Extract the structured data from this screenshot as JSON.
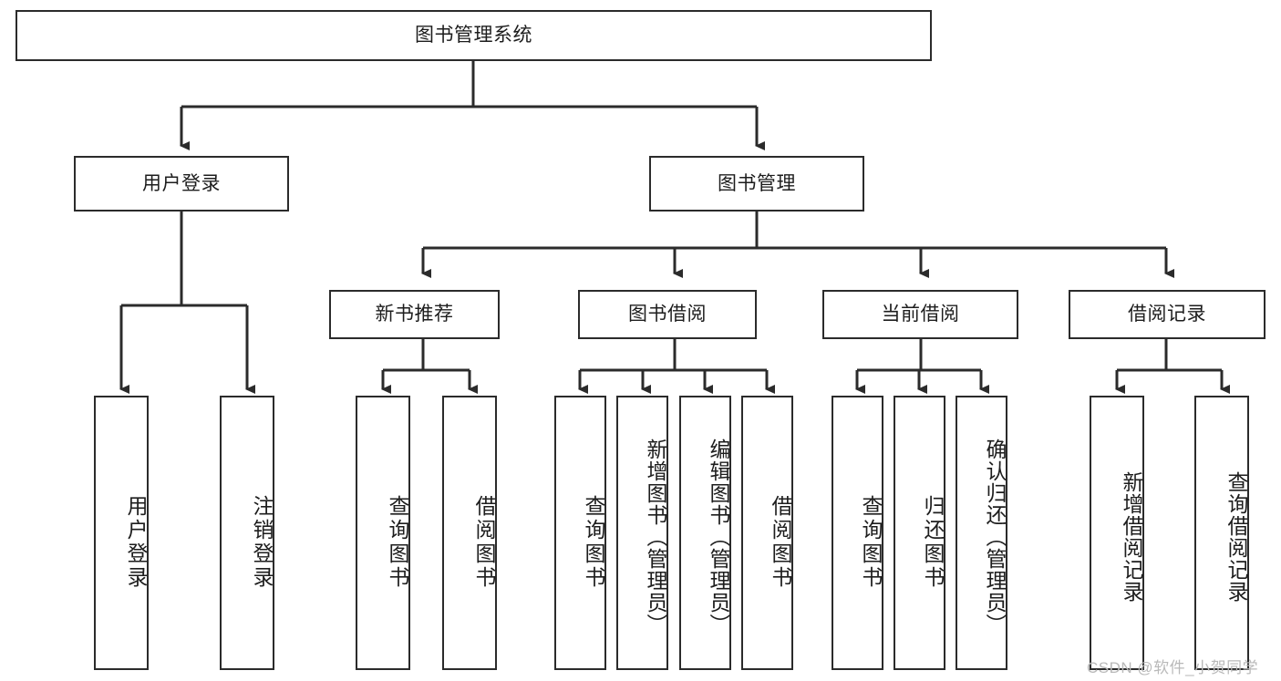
{
  "diagram": {
    "type": "hierarchy-tree",
    "title": "图书管理系统",
    "line_color": "#2b2b2b",
    "text_color": "#1d1d1d",
    "background": "#ffffff",
    "levels": 4,
    "nodes": {
      "root": {
        "label": "图书管理系统"
      },
      "level1": [
        {
          "id": "user-login",
          "label": "用户登录"
        },
        {
          "id": "book-manage",
          "label": "图书管理"
        }
      ],
      "level2": [
        {
          "id": "new-book-rec",
          "label": "新书推荐"
        },
        {
          "id": "book-borrow",
          "label": "图书借阅"
        },
        {
          "id": "current-borrow",
          "label": "当前借阅"
        },
        {
          "id": "borrow-record",
          "label": "借阅记录"
        }
      ],
      "leaves": {
        "user-login": [
          {
            "id": "leaf-user-login",
            "label": "用户登录"
          },
          {
            "id": "leaf-logout",
            "label": "注销登录"
          }
        ],
        "new-book-rec": [
          {
            "id": "leaf-query-book-1",
            "label": "查询图书"
          },
          {
            "id": "leaf-borrow-book-1",
            "label": "借阅图书"
          }
        ],
        "book-borrow": [
          {
            "id": "leaf-query-book-2",
            "label": "查询图书"
          },
          {
            "id": "leaf-add-book",
            "label": "新增图书（管理员）"
          },
          {
            "id": "leaf-edit-book",
            "label": "编辑图书（管理员）"
          },
          {
            "id": "leaf-borrow-book-2",
            "label": "借阅图书"
          }
        ],
        "current-borrow": [
          {
            "id": "leaf-query-book-3",
            "label": "查询图书"
          },
          {
            "id": "leaf-return-book",
            "label": "归还图书"
          },
          {
            "id": "leaf-confirm-return",
            "label": "确认归还（管理员）"
          }
        ],
        "borrow-record": [
          {
            "id": "leaf-add-record",
            "label": "新增借阅记录"
          },
          {
            "id": "leaf-query-record",
            "label": "查询借阅记录"
          }
        ]
      }
    }
  },
  "watermark": {
    "text": "CSDN @软件_小贺同学"
  }
}
